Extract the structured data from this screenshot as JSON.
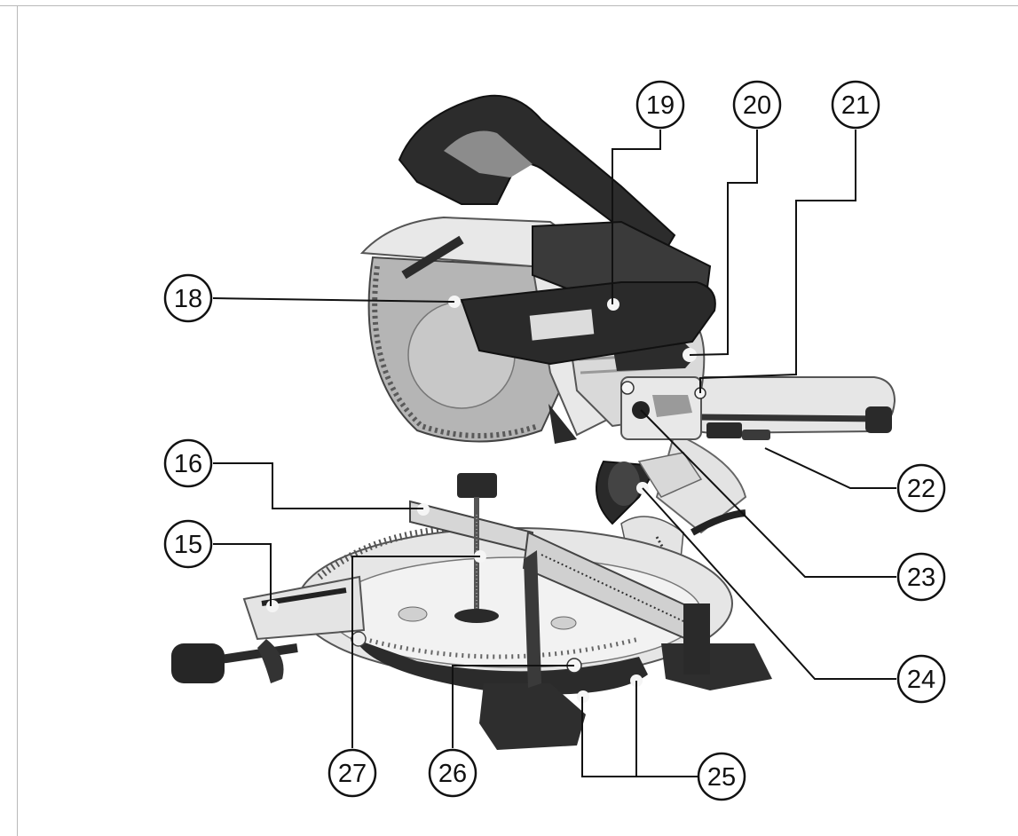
{
  "diagram": {
    "colors": {
      "ink": "#111111",
      "body_light": "#e9e9e9",
      "body_mid": "#c4c4c4",
      "body_dark": "#2a2a2a",
      "blade": "#b8b8b8",
      "background": "#ffffff"
    },
    "callouts": [
      {
        "id": "c15",
        "label": "15"
      },
      {
        "id": "c16",
        "label": "16"
      },
      {
        "id": "c18",
        "label": "18"
      },
      {
        "id": "c19",
        "label": "19"
      },
      {
        "id": "c20",
        "label": "20"
      },
      {
        "id": "c21",
        "label": "21"
      },
      {
        "id": "c22",
        "label": "22"
      },
      {
        "id": "c23",
        "label": "23"
      },
      {
        "id": "c24",
        "label": "24"
      },
      {
        "id": "c25",
        "label": "25"
      },
      {
        "id": "c26",
        "label": "26"
      },
      {
        "id": "c27",
        "label": "27"
      }
    ]
  }
}
